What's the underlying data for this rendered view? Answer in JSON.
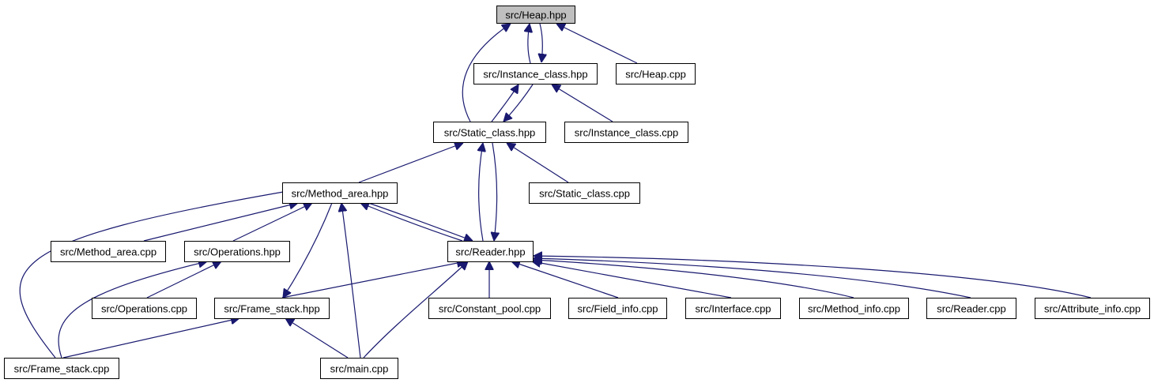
{
  "diagram": {
    "root": "heap_hpp",
    "colors": {
      "edge": "#191970",
      "root_fill": "#bfbfbf",
      "node_fill": "#ffffff",
      "node_border": "#000000"
    },
    "nodes": [
      {
        "id": "heap_hpp",
        "label": "src/Heap.hpp"
      },
      {
        "id": "instance_class_hpp",
        "label": "src/Instance_class.hpp"
      },
      {
        "id": "heap_cpp",
        "label": "src/Heap.cpp"
      },
      {
        "id": "static_class_hpp",
        "label": "src/Static_class.hpp"
      },
      {
        "id": "instance_class_cpp",
        "label": "src/Instance_class.cpp"
      },
      {
        "id": "method_area_hpp",
        "label": "src/Method_area.hpp"
      },
      {
        "id": "static_class_cpp",
        "label": "src/Static_class.cpp"
      },
      {
        "id": "method_area_cpp",
        "label": "src/Method_area.cpp"
      },
      {
        "id": "operations_hpp",
        "label": "src/Operations.hpp"
      },
      {
        "id": "reader_hpp",
        "label": "src/Reader.hpp"
      },
      {
        "id": "operations_cpp",
        "label": "src/Operations.cpp"
      },
      {
        "id": "frame_stack_hpp",
        "label": "src/Frame_stack.hpp"
      },
      {
        "id": "constant_pool_cpp",
        "label": "src/Constant_pool.cpp"
      },
      {
        "id": "field_info_cpp",
        "label": "src/Field_info.cpp"
      },
      {
        "id": "interface_cpp",
        "label": "src/Interface.cpp"
      },
      {
        "id": "method_info_cpp",
        "label": "src/Method_info.cpp"
      },
      {
        "id": "reader_cpp",
        "label": "src/Reader.cpp"
      },
      {
        "id": "attribute_info_cpp",
        "label": "src/Attribute_info.cpp"
      },
      {
        "id": "frame_stack_cpp",
        "label": "src/Frame_stack.cpp"
      },
      {
        "id": "main_cpp",
        "label": "src/main.cpp"
      }
    ],
    "edges": [
      {
        "from": "instance_class_hpp",
        "to": "heap_hpp"
      },
      {
        "from": "heap_hpp",
        "to": "instance_class_hpp"
      },
      {
        "from": "heap_cpp",
        "to": "heap_hpp"
      },
      {
        "from": "static_class_hpp",
        "to": "heap_hpp"
      },
      {
        "from": "static_class_hpp",
        "to": "instance_class_hpp"
      },
      {
        "from": "instance_class_hpp",
        "to": "static_class_hpp"
      },
      {
        "from": "instance_class_cpp",
        "to": "instance_class_hpp"
      },
      {
        "from": "method_area_hpp",
        "to": "static_class_hpp"
      },
      {
        "from": "static_class_cpp",
        "to": "static_class_hpp"
      },
      {
        "from": "reader_hpp",
        "to": "static_class_hpp"
      },
      {
        "from": "static_class_hpp",
        "to": "reader_hpp"
      },
      {
        "from": "method_area_cpp",
        "to": "method_area_hpp"
      },
      {
        "from": "operations_hpp",
        "to": "method_area_hpp"
      },
      {
        "from": "reader_hpp",
        "to": "method_area_hpp"
      },
      {
        "from": "method_area_hpp",
        "to": "reader_hpp"
      },
      {
        "from": "method_area_hpp",
        "to": "frame_stack_hpp"
      },
      {
        "from": "main_cpp",
        "to": "method_area_hpp"
      },
      {
        "from": "frame_stack_cpp",
        "to": "method_area_hpp"
      },
      {
        "from": "operations_cpp",
        "to": "operations_hpp"
      },
      {
        "from": "frame_stack_cpp",
        "to": "operations_hpp"
      },
      {
        "from": "frame_stack_hpp",
        "to": "reader_hpp"
      },
      {
        "from": "main_cpp",
        "to": "reader_hpp"
      },
      {
        "from": "constant_pool_cpp",
        "to": "reader_hpp"
      },
      {
        "from": "field_info_cpp",
        "to": "reader_hpp"
      },
      {
        "from": "interface_cpp",
        "to": "reader_hpp"
      },
      {
        "from": "method_info_cpp",
        "to": "reader_hpp"
      },
      {
        "from": "reader_cpp",
        "to": "reader_hpp"
      },
      {
        "from": "attribute_info_cpp",
        "to": "reader_hpp"
      },
      {
        "from": "frame_stack_cpp",
        "to": "frame_stack_hpp"
      },
      {
        "from": "main_cpp",
        "to": "frame_stack_hpp"
      }
    ]
  }
}
